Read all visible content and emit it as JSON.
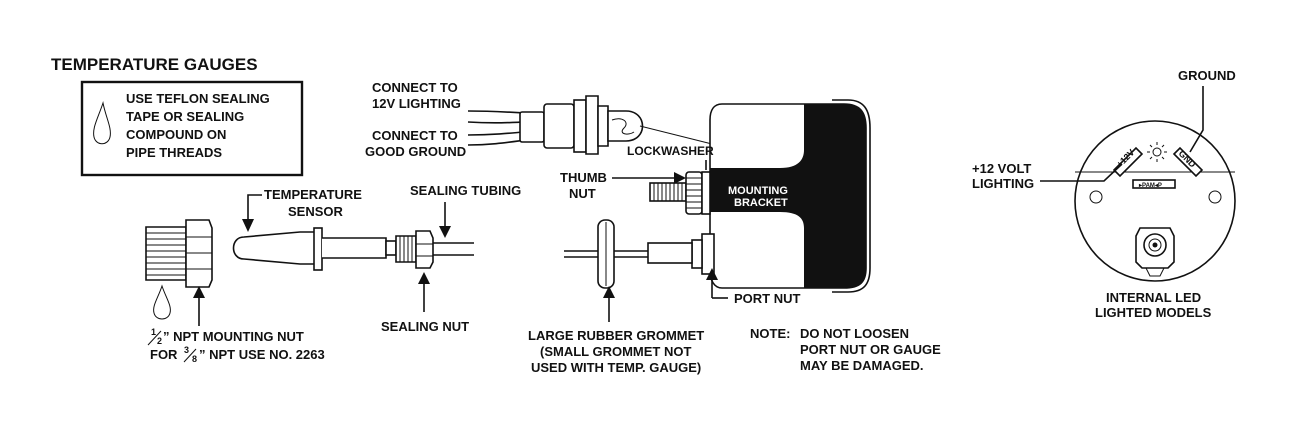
{
  "title": "TEMPERATURE GAUGES",
  "note_box": {
    "lines": [
      "USE TEFLON SEALING",
      "TAPE OR SEALING",
      "COMPOUND ON",
      "PIPE THREADS"
    ]
  },
  "labels": {
    "connect_lighting": [
      "CONNECT TO",
      "12V LIGHTING"
    ],
    "connect_ground": [
      "CONNECT TO",
      "GOOD GROUND"
    ],
    "lockwasher": "LOCKWASHER",
    "thumb_nut": [
      "THUMB",
      "NUT"
    ],
    "mounting_bracket": [
      "MOUNTING",
      "BRACKET"
    ],
    "temperature_sensor": [
      "TEMPERATURE",
      "SENSOR"
    ],
    "sealing_tubing": "SEALING TUBING",
    "sealing_nut": "SEALING NUT",
    "port_nut": "PORT NUT",
    "mounting_nut": {
      "line1_pre": "1",
      "line1_frac_den": "2",
      "line1_post": "” NPT MOUNTING NUT",
      "line2_pre": "FOR ",
      "line2_frac_num": "3",
      "line2_frac_den": "8",
      "line2_post": "” NPT USE NO. 2263"
    },
    "grommet": [
      "LARGE RUBBER GROMMET",
      "(SMALL GROMMET NOT",
      "USED WITH TEMP. GAUGE)"
    ],
    "note": {
      "prefix": "NOTE:",
      "lines": [
        "DO NOT LOOSEN",
        "PORT NUT OR GAUGE",
        "MAY BE DAMAGED."
      ]
    },
    "ground": "GROUND",
    "plus12v": [
      "+12 VOLT",
      "LIGHTING"
    ],
    "gauge_back": {
      "plus12v_mark": "+12V",
      "gnd_mark": "GND",
      "plate": "▸PAM◂P"
    },
    "internal_led": [
      "INTERNAL LED",
      "LIGHTED MODELS"
    ]
  }
}
